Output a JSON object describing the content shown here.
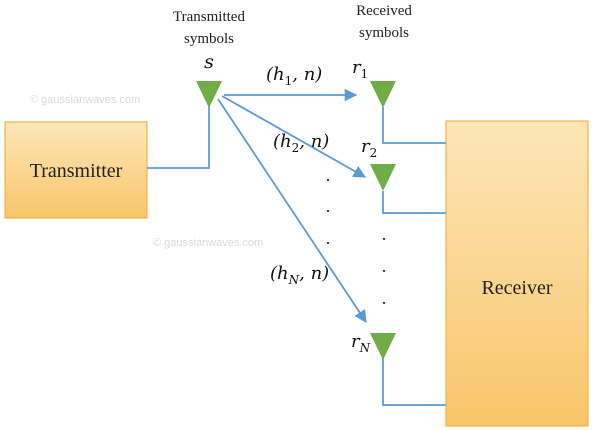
{
  "colors": {
    "box_fill_top": "#fde6b8",
    "box_fill_bottom": "#f8c66a",
    "box_stroke": "#f0b43c",
    "wire": "#5b9bd5",
    "antenna": "#70ad47",
    "dots": "#333333"
  },
  "icons": {
    "antenna": "green-triangle-antenna-icon"
  },
  "blocks": {
    "transmitter": "Transmitter",
    "receiver": "Receiver"
  },
  "labels": {
    "transmitted_line1": "Transmitted",
    "transmitted_line2": "symbols",
    "received_line1": "Received",
    "received_line2": "symbols",
    "s": "s",
    "r1_base": "r",
    "r1_sub": "1",
    "r2_base": "r",
    "r2_sub": "2",
    "rN_base": "r",
    "rN_sub": "N",
    "h1_open": "(h",
    "h1_sub": "1",
    "h1_close": ", n)",
    "h2_open": "(h",
    "h2_sub": "2",
    "h2_close": ", n)",
    "hN_open": "(h",
    "hN_sub": "N",
    "hN_close": ", n)",
    "dot": "."
  },
  "watermarks": {
    "wm1": "© gaussianwaves.com",
    "wm2": "© gaussianwaves.com"
  }
}
